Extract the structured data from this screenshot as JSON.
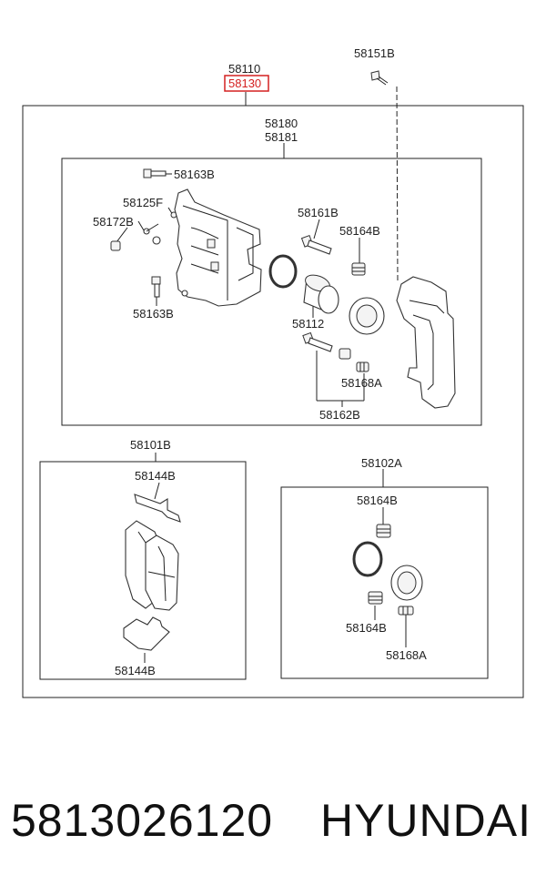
{
  "diagram": {
    "labels": {
      "assembly_top": "58110",
      "assembly_highlight": "58130",
      "bolt_top": "58151B",
      "caliper_set_a": "58180",
      "caliper_set_b": "58181",
      "bolt_upper": "58163B",
      "bleeder": "58125F",
      "cap": "58172B",
      "bolt_lower": "58163B",
      "guide_pin": "58161B",
      "boot_right": "58164B",
      "piston": "58112",
      "boot_small": "58168A",
      "pin_kit": "58162B",
      "pad_kit": "58101B",
      "pad_clip_top": "58144B",
      "pad_clip_bottom": "58144B",
      "seal_kit": "58102A",
      "seal_boot_top": "58164B",
      "seal_boot_bottom": "58164B",
      "seal_boot_small": "58168A"
    },
    "highlight_color": "#d42020"
  },
  "footer": {
    "part_number": "5813026120",
    "brand": "HYUNDAI"
  }
}
